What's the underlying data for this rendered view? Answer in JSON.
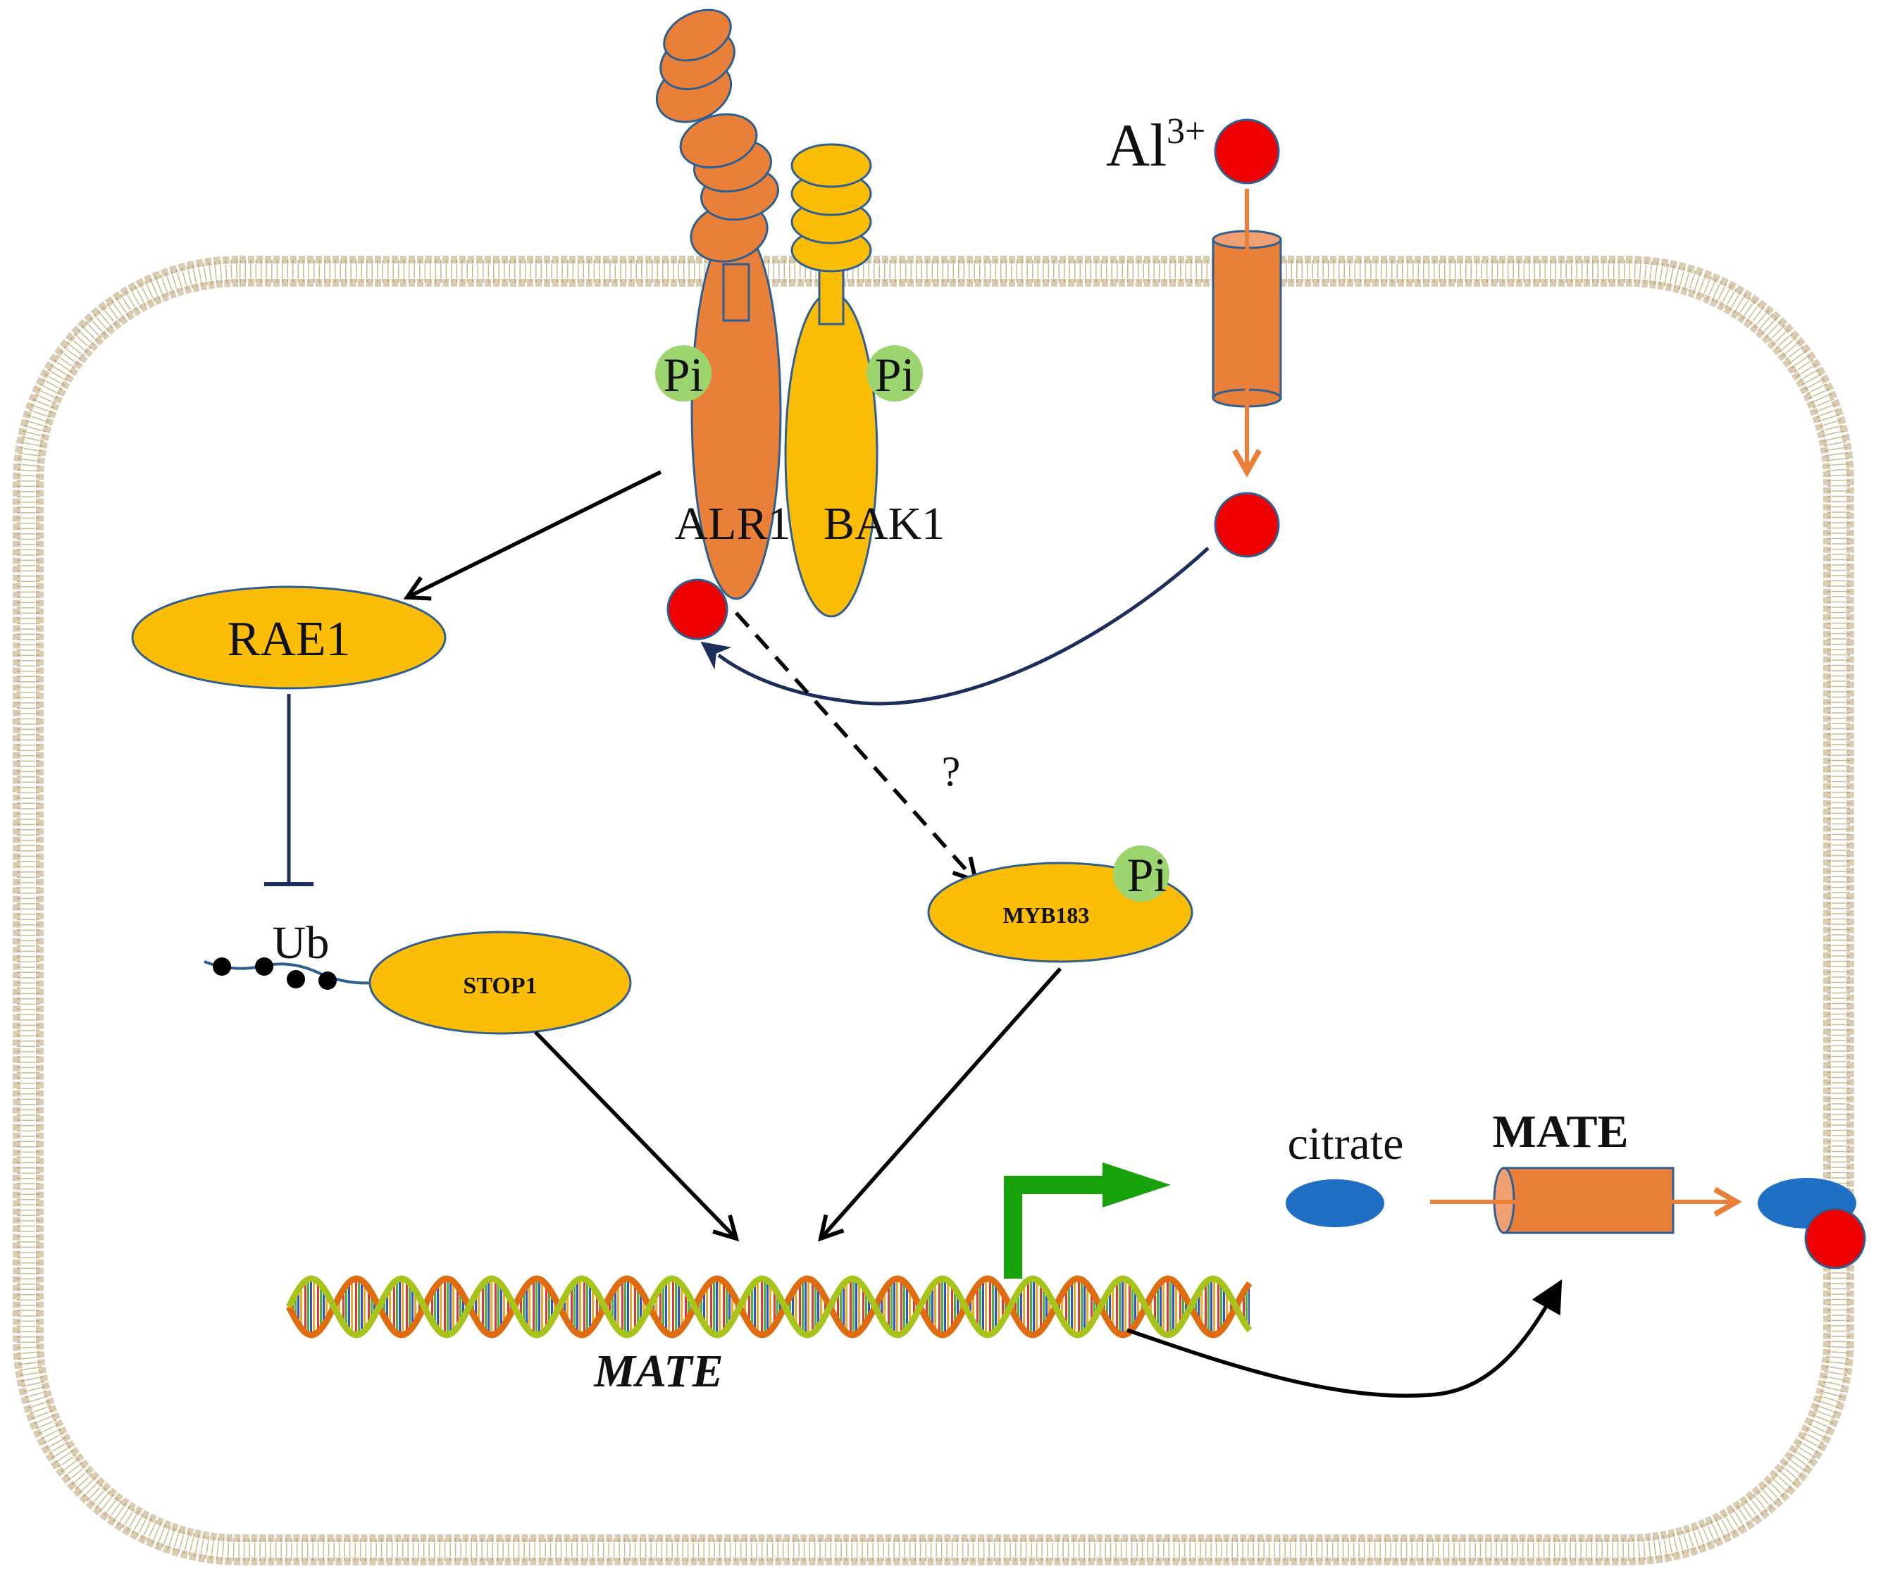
{
  "labels": {
    "al_ion": "Al",
    "al_charge": "3+",
    "phosphate": "Pi",
    "alr1": "ALR1",
    "bak1": "BAK1",
    "rae1": "RAE1",
    "ubiquitin": "Ub",
    "stop1": "STOP1",
    "myb183": "MYB183",
    "unknown_link": "?",
    "citrate": "citrate",
    "mate_transporter": "MATE",
    "mate_gene": "MATE"
  },
  "colors": {
    "membrane_outer": "#c9b88a",
    "membrane_head": "#b9a374",
    "alr1": "#e8803a",
    "bak1": "#fbbd05",
    "al_ion": "#ee0000",
    "phosphate": "#9cd46f",
    "citrate": "#1f6fc4",
    "channel": "#e8803a",
    "promoter_arrow": "#17a10a",
    "curved_arrow_blue": "#1d2e5c",
    "protein_outline": "#2f5f90"
  }
}
